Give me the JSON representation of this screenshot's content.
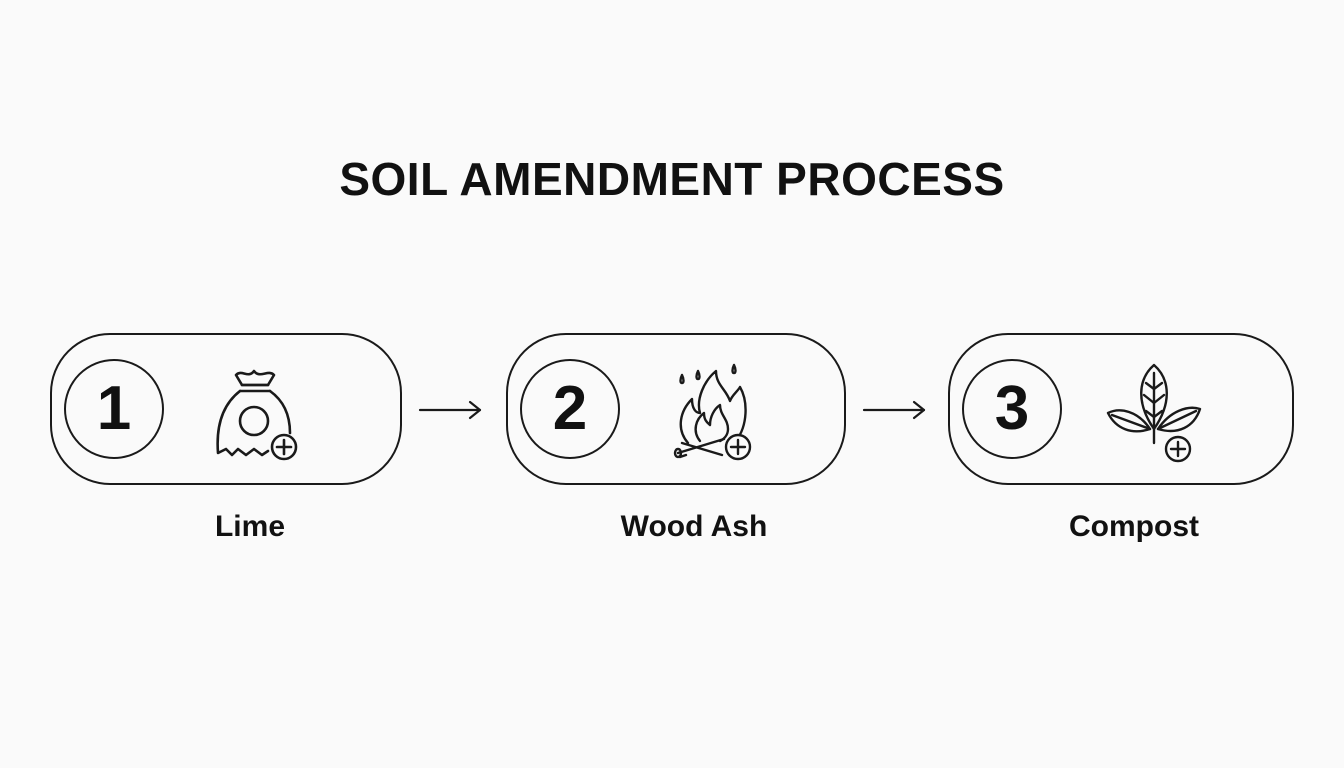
{
  "title": "SOIL AMENDMENT PROCESS",
  "steps": [
    {
      "number": "1",
      "label": "Lime",
      "icon": "bag-plus-icon"
    },
    {
      "number": "2",
      "label": "Wood Ash",
      "icon": "fire-plus-icon"
    },
    {
      "number": "3",
      "label": "Compost",
      "icon": "leaves-plus-icon"
    }
  ],
  "colors": {
    "background": "#fafafa",
    "stroke": "#1a1a1a",
    "text": "#111111"
  }
}
